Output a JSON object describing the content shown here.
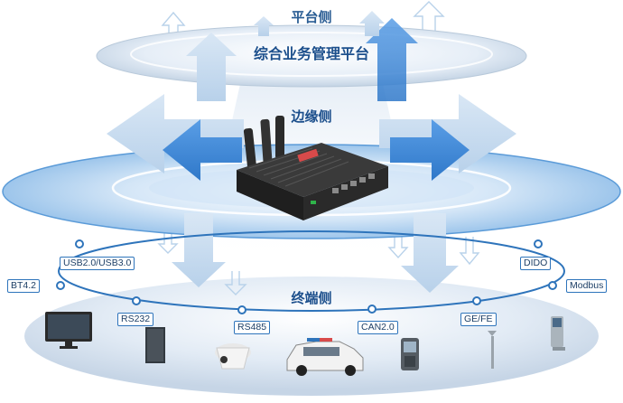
{
  "layers": {
    "platform": {
      "title": "平台侧",
      "subtitle": "综合业务管理平台"
    },
    "edge": {
      "title": "边缘侧"
    },
    "terminal": {
      "title": "终端侧"
    }
  },
  "interfaces": [
    {
      "id": "usb",
      "label": "USB2.0/USB3.0"
    },
    {
      "id": "bt",
      "label": "BT4.2"
    },
    {
      "id": "rs232",
      "label": "RS232"
    },
    {
      "id": "rs485",
      "label": "RS485"
    },
    {
      "id": "can",
      "label": "CAN2.0"
    },
    {
      "id": "gefe",
      "label": "GE/FE"
    },
    {
      "id": "dido",
      "label": "DIDO"
    },
    {
      "id": "modbus",
      "label": "Modbus"
    }
  ],
  "devices": [
    {
      "name": "monitor-icon"
    },
    {
      "name": "server-tower-icon"
    },
    {
      "name": "camera-icon"
    },
    {
      "name": "car-icon"
    },
    {
      "name": "handheld-terminal-icon"
    },
    {
      "name": "street-lamp-icon"
    },
    {
      "name": "kiosk-icon"
    }
  ],
  "colors": {
    "accent": "#2e74bb",
    "arrow_light": "#c9ddf1",
    "arrow_deep": "#3f86d6",
    "text": "#1c4f8c"
  }
}
